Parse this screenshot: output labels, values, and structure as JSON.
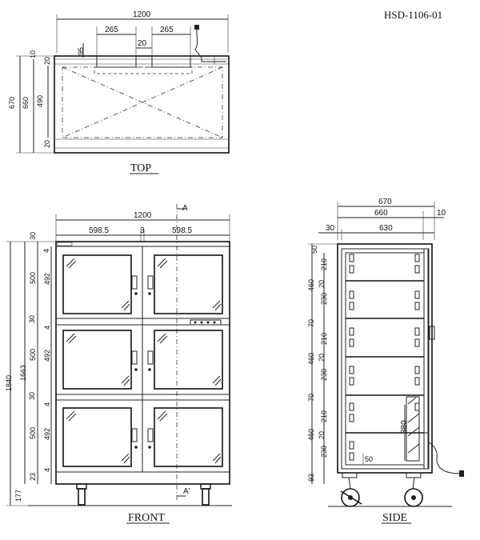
{
  "drawing_code": "HSD-1106-01",
  "views": {
    "top": {
      "label": "TOP",
      "dims": {
        "overall_width": "1200",
        "hole_left": "265",
        "hole_gap": "20",
        "hole_right": "265",
        "hole_offset": "95",
        "depth_total": "670",
        "depth_body": "660",
        "depth_inner": "490",
        "front_lip": "10",
        "edge_top": "20",
        "edge_bottom": "20",
        "edge_front": "10"
      }
    },
    "front": {
      "label": "FRONT",
      "section_marker_top": "A",
      "section_marker_bottom": "A'",
      "dims": {
        "overall_width": "1200",
        "half_left": "598.5",
        "center_gap": "3",
        "half_right": "598.5",
        "overall_height": "1840",
        "body_height": "1663",
        "top_rail": "30",
        "shelf_rail_1": "30",
        "shelf_rail_2": "30",
        "door_outer": "500",
        "door_inner": "492",
        "door_gap": "4",
        "bottom_gap": "23",
        "leg_height": "177"
      }
    },
    "side": {
      "label": "SIDE",
      "dims": {
        "depth_total": "670",
        "depth_body": "660",
        "door_thickness": "10",
        "back_offset": "30",
        "inner_depth": "630",
        "top_gap": "50",
        "tier_height": "460",
        "shelf_upper": "210",
        "shelf_gap": "20",
        "shelf_lower": "230",
        "divider": "70",
        "cable_span": "380",
        "lower_offset": "50",
        "bottom_gap": "93"
      }
    }
  }
}
